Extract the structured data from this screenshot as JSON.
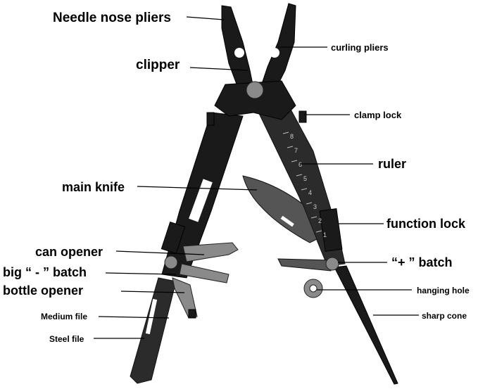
{
  "labels": {
    "needle_nose_pliers": "Needle nose pliers",
    "curling_pliers": "curling pliers",
    "clipper": "clipper",
    "clamp_lock": "clamp lock",
    "ruler": "ruler",
    "main_knife": "main knife",
    "function_lock": "function lock",
    "can_opener": "can opener",
    "plus_batch": "“+ ” batch",
    "minus_batch": "big “ - ” batch",
    "bottle_opener": "bottle opener",
    "hanging_hole": "hanging hole",
    "medium_file": "Medium file",
    "sharp_cone": "sharp cone",
    "steel_file": "Steel file"
  },
  "ruler_ticks": [
    "8",
    "7",
    "6",
    "5",
    "4",
    "3",
    "2",
    "1"
  ],
  "colors": {
    "tool_body": "#2b2b2b",
    "label_text": "#000000",
    "background": "#ffffff"
  }
}
